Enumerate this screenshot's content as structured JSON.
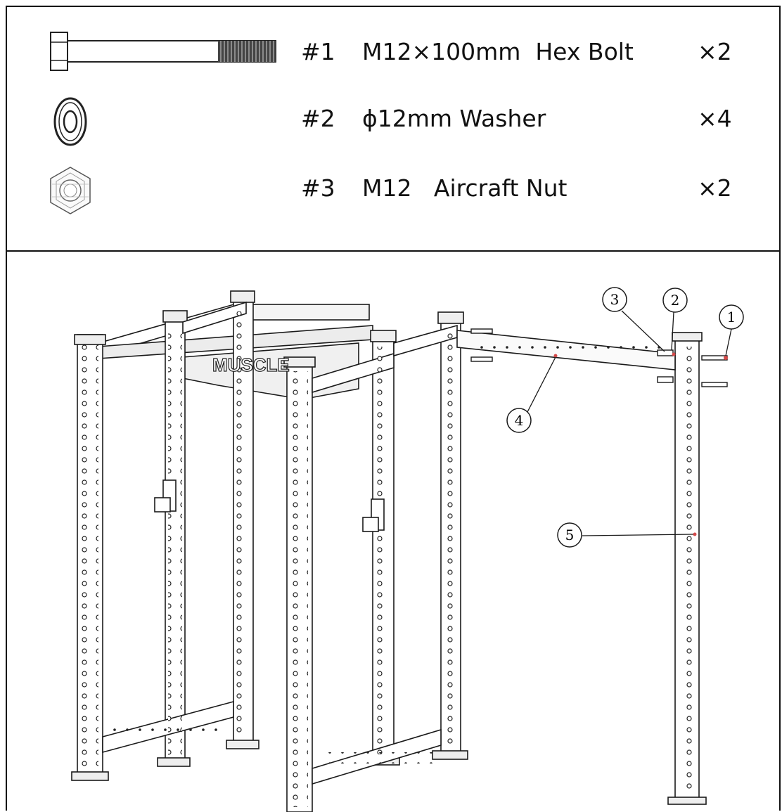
{
  "parts": [
    {
      "num": "#1",
      "desc": "M12×100mm  Hex Bolt",
      "qty": "×2",
      "icon": "hex-bolt-icon"
    },
    {
      "num": "#2",
      "desc": "ϕ12mm Washer",
      "qty": "×4",
      "icon": "washer-icon"
    },
    {
      "num": "#3",
      "desc": "M12   Aircraft Nut",
      "qty": "×2",
      "icon": "aircraft-nut-icon"
    }
  ],
  "diagram": {
    "brand_text": "MUSCLE",
    "callouts": [
      {
        "label": "1"
      },
      {
        "label": "2"
      },
      {
        "label": "3"
      },
      {
        "label": "4"
      },
      {
        "label": "5"
      }
    ],
    "line_color": "#1a1a1a",
    "highlight_color": "#d44a4a"
  }
}
